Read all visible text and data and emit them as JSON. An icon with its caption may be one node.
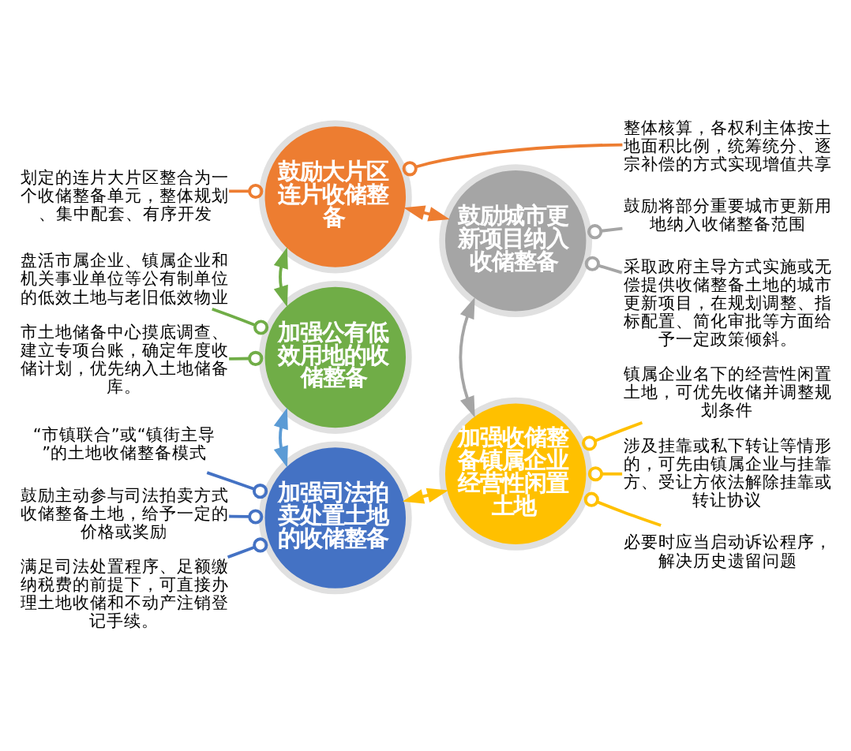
{
  "diagram": {
    "nodes": [
      {
        "text": [
          "鼓励大片区连片收储整备"
        ]
      },
      {
        "text": [
          "划定的连片大片区整合为一个收储整备单元，整体规划、集中配套、有序开发"
        ]
      },
      {
        "text": [
          "整体核算，各权利主体按土地面积比例，统筹统分、逐宗补偿的方式实现增值共享"
        ]
      },
      {
        "text": [
          "加强公有低效用地的收储整备"
        ]
      },
      {
        "text": [
          "盘活市属企业、镇属企业和机关事业单位等公有制单位的低效土地与老旧低效物业"
        ]
      },
      {
        "text": [
          "市土地储备中心摸底调查、建立专项台账，确定年度收储计划，优先纳入土地储备库。"
        ]
      },
      {
        "text": [
          "鼓励城市更新项目纳入收储整备"
        ]
      },
      {
        "text": [
          "鼓励将部分重要城市更新用地纳入收储整备范围"
        ]
      },
      {
        "text": [
          "采取政府主导方式实施或无偿提供收储整备土地的城市更新项目，在规划调整、指标配置、简化审批等方面给予一定政策倾斜。"
        ]
      },
      {
        "text": [
          "加强司法拍卖处置土地的收储整备"
        ]
      },
      {
        "text": [
          "“市镇联合”或“镇街主导”的土地收储整备模式"
        ]
      },
      {
        "text": [
          "鼓励主动参与司法拍卖方式收储整备土地，给予一定的价格或奖励"
        ]
      },
      {
        "text": [
          "满足司法处置程序、足额缴纳税费的前提下，可直接办理土地收储和不动产注销登记手续。"
        ]
      },
      {
        "text": [
          "加强收储整备镇属企业经营性闲置土地"
        ]
      },
      {
        "text": [
          "镇属企业名下的经营性闲置土地，可优先收储并调整规划条件"
        ]
      },
      {
        "text": [
          "涉及挂靠或私下转让等情形的，可先由镇属企业与挂靠方、受让方依法解除挂靠或转让协议"
        ]
      },
      {
        "text": [
          "必要时应当启动诉讼程序，解决历史遗留问题"
        ]
      }
    ],
    "edges": [
      {
        "from": 3,
        "to": 0,
        "arrow": "both",
        "color": "#70ad47"
      },
      {
        "from": 0,
        "to": 6,
        "arrow": "both",
        "color": "#ed7d31"
      },
      {
        "from": 3,
        "to": 9,
        "arrow": "both",
        "color": "#5b9bd5"
      },
      {
        "from": 6,
        "to": 13,
        "arrow": "both",
        "color": "#a5a5a5"
      },
      {
        "from": 9,
        "to": 13,
        "arrow": "both",
        "color": "#ffc000"
      },
      {
        "from": 1,
        "to": 0,
        "arrow": "other",
        "color": "#ed7d31"
      },
      {
        "from": 2,
        "to": 0,
        "arrow": "other",
        "color": "#ed7d31"
      },
      {
        "from": 4,
        "to": 3,
        "arrow": "other",
        "color": "#70ad47"
      },
      {
        "from": 5,
        "to": 3,
        "arrow": "other",
        "color": "#70ad47"
      },
      {
        "from": 7,
        "to": 6,
        "arrow": "other",
        "color": "#a5a5a5"
      },
      {
        "from": 8,
        "to": 6,
        "arrow": "other",
        "color": "#a5a5a5"
      },
      {
        "from": 10,
        "to": 9,
        "arrow": "other",
        "color": "#4472c4"
      },
      {
        "from": 11,
        "to": 9,
        "arrow": "other",
        "color": "#4472c4"
      },
      {
        "from": 12,
        "to": 9,
        "arrow": "other",
        "color": "#4472c4"
      },
      {
        "from": 14,
        "to": 13,
        "arrow": "other",
        "color": "#ffc000"
      },
      {
        "from": 15,
        "to": 13,
        "arrow": "other",
        "color": "#ffc000"
      },
      {
        "from": 16,
        "to": 13,
        "arrow": "other",
        "color": "#ffc000"
      }
    ]
  }
}
